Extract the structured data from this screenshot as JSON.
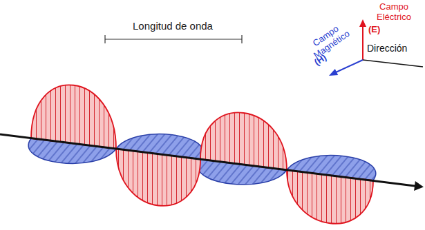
{
  "diagram": {
    "labels": [
      "Campo Eléctrico",
      "(E)",
      "Longitud de onda",
      "Campo Magnético",
      "(H)",
      "Dirección"
    ]
  }
}
